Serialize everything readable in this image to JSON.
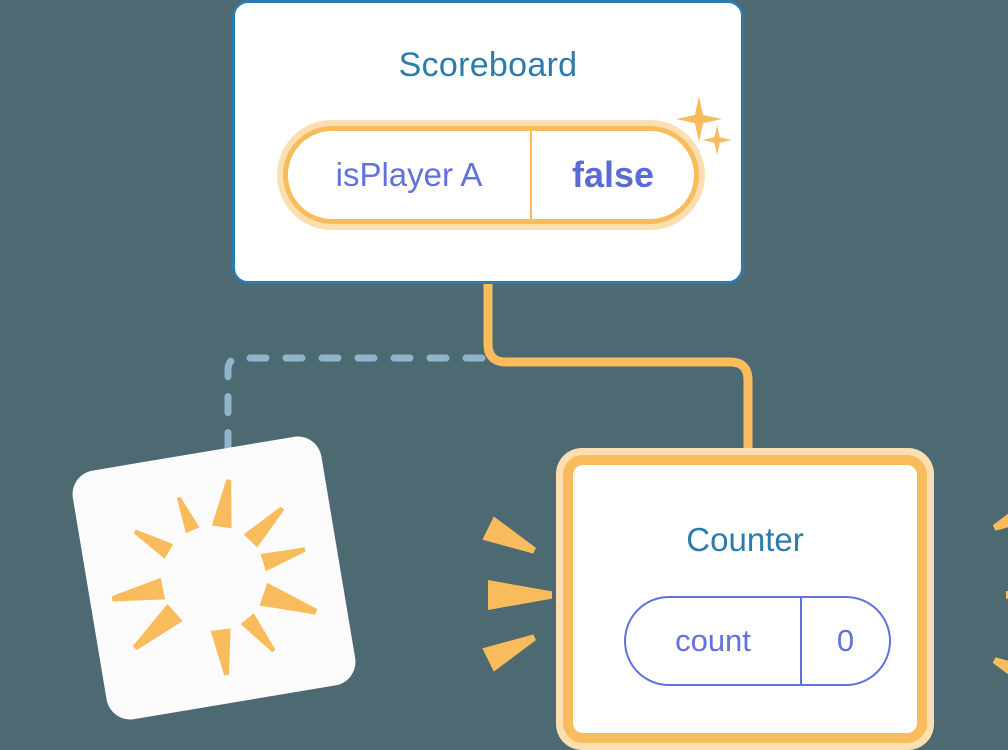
{
  "background_color": "#4d6a73",
  "palette": {
    "card_border_blue": "#2d7aad",
    "title_blue": "#2d7aad",
    "prop_text_indigo": "#6172dc",
    "value_indigo": "#5b6bd6",
    "accent_orange": "#f9bc5c",
    "accent_orange_pale": "#fbdfb0",
    "dashed_line_blue": "#90b4cc",
    "card_white": "#ffffff"
  },
  "scoreboard": {
    "title": "Scoreboard",
    "property": {
      "name": "isPlayer A",
      "value": "false",
      "highlighted": true
    }
  },
  "counter": {
    "title": "Counter",
    "property": {
      "name": "count",
      "value": "0",
      "highlighted": false
    }
  },
  "burst_card": {
    "label": "",
    "rays": 10
  },
  "connectors": [
    {
      "name": "scoreboard-to-counter",
      "style": "solid",
      "color": "#f9bc5c",
      "from": "scoreboard",
      "to": "counter"
    },
    {
      "name": "scoreboard-to-burst-card",
      "style": "dashed",
      "color": "#90b4cc",
      "from": "scoreboard",
      "to": "burst-card"
    }
  ],
  "sparkles": {
    "count": 2,
    "color": "#f9bc5c"
  }
}
